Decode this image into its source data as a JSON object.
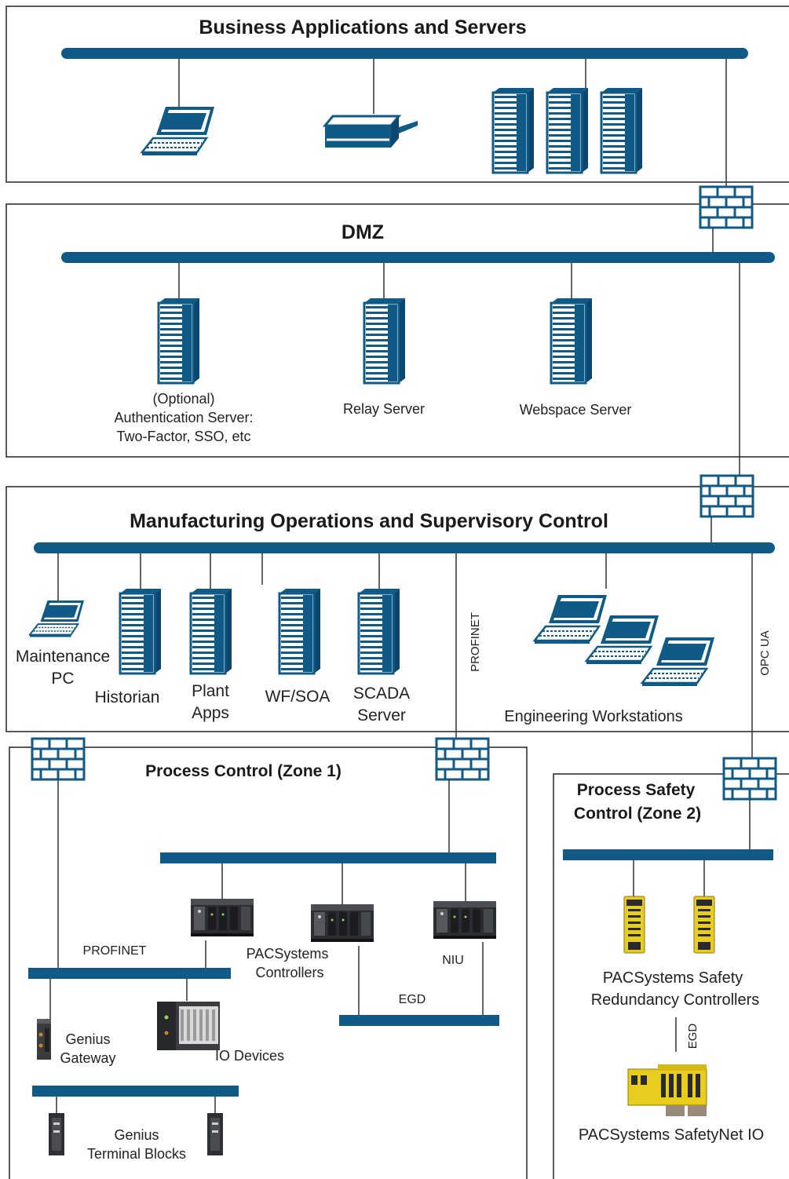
{
  "colors": {
    "bus": "#0f5a86",
    "device": "#0f5a86",
    "line": "#333333",
    "zone_border": "#222222",
    "controller_dark": "#2b2d30",
    "safety_yellow": "#e8cc1e",
    "io_grey": "#3a3c3f"
  },
  "zones": {
    "business": {
      "title": "Business Applications and Servers"
    },
    "dmz": {
      "title": "DMZ"
    },
    "manufacturing": {
      "title": "Manufacturing Operations and Supervisory Control"
    },
    "process_control": {
      "title": "Process Control (Zone 1)"
    },
    "process_safety": {
      "title_line1": "Process Safety",
      "title_line2": "Control (Zone 2)"
    }
  },
  "dmz_labels": {
    "auth_line1": "(Optional)",
    "auth_line2": "Authentication Server:",
    "auth_line3": "Two-Factor, SSO, etc",
    "relay": "Relay Server",
    "webspace": "Webspace Server"
  },
  "mfg_labels": {
    "maintenance_line1": "Maintenance",
    "maintenance_line2": "PC",
    "historian": "Historian",
    "plant_line1": "Plant",
    "plant_line2": "Apps",
    "wfsoa": "WF/SOA",
    "scada_line1": "SCADA",
    "scada_line2": "Server",
    "engineering": "Engineering Workstations",
    "profinet": "PROFINET",
    "opcua": "OPC UA"
  },
  "pc_labels": {
    "profinet": "PROFINET",
    "pacsystems_line1": "PACSystems",
    "pacsystems_line2": "Controllers",
    "niu": "NIU",
    "egd": "EGD",
    "genius_gw_line1": "Genius",
    "genius_gw_line2": "Gateway",
    "io_devices": "IO Devices",
    "genius_tb_line1": "Genius",
    "genius_tb_line2": "Terminal Blocks"
  },
  "ps_labels": {
    "safety_line1": "PACSystems Safety",
    "safety_line2": "Redundancy Controllers",
    "egd": "EGD",
    "safetynet": "PACSystems SafetyNet IO"
  },
  "icons": [
    "laptop-icon",
    "printer-icon",
    "server-icon",
    "firewall-icon",
    "controller-icon",
    "safety-controller-icon",
    "io-module-icon",
    "gateway-icon",
    "terminal-block-icon"
  ]
}
